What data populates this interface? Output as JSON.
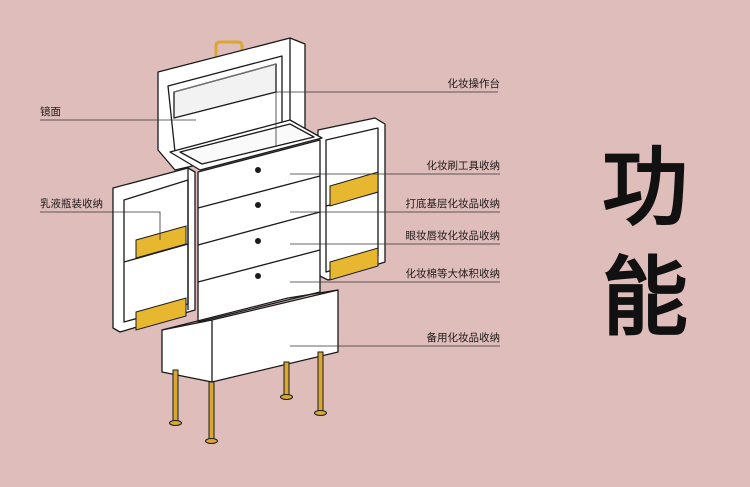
{
  "labels": {
    "mirror": "镜面",
    "makeup_table": "化妆操作台",
    "brush_tools": "化妆刷工具收纳",
    "bottles": "乳液瓶装收纳",
    "base_makeup": "打底基层化妆品收纳",
    "eye_lip": "眼妆唇妆化妆品收纳",
    "large_items": "化妆棉等大体积收纳",
    "backup": "备用化妆品收纳"
  },
  "title": {
    "char1": "功",
    "char2": "能"
  },
  "colors": {
    "background": "#dfbdbb",
    "outline": "#1a1a1a",
    "panel": "#ffffff",
    "gold": "#e8b730",
    "leg": "#d8a832"
  }
}
